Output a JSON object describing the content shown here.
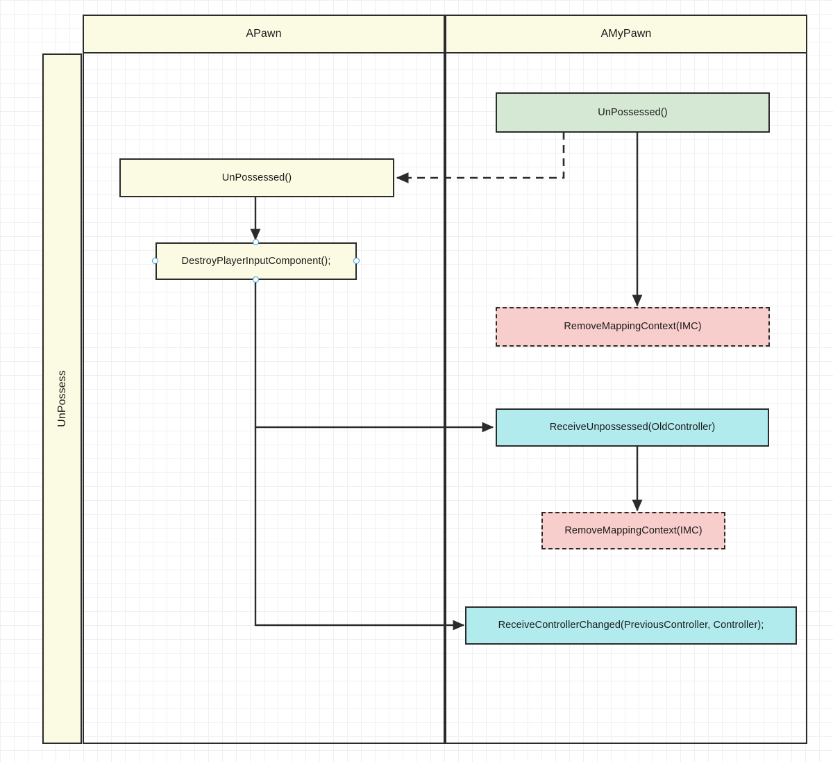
{
  "diagram": {
    "type": "uml-sequence-swimlane",
    "title_hidden": true,
    "pool": {
      "label": "UnPossess",
      "label_orientation": "vertical",
      "fill": "#fbfbe4",
      "stroke": "#2b2b2b"
    },
    "lanes": [
      {
        "id": "apawn",
        "title": "APawn",
        "fill": "#fbfbe4"
      },
      {
        "id": "amypawn",
        "title": "AMyPawn",
        "fill": "#fbfbe4"
      }
    ],
    "nodes": [
      {
        "id": "mypawn-unpossessed",
        "lane": "amypawn",
        "label": "UnPossessed()",
        "style": "green",
        "fill": "#d5e8d4",
        "dashed": false
      },
      {
        "id": "apawn-unpossessed",
        "lane": "apawn",
        "label": "UnPossessed()",
        "style": "yellow",
        "fill": "#fbfbe4",
        "dashed": false
      },
      {
        "id": "destroy-player-input-component",
        "lane": "apawn",
        "label": "DestroyPlayerInputComponent();",
        "style": "yellow",
        "fill": "#fbfbe4",
        "dashed": false,
        "selected": true
      },
      {
        "id": "remove-mapping-context-1",
        "lane": "amypawn",
        "label": "RemoveMappingContext(IMC)",
        "style": "pink",
        "fill": "#f8cecc",
        "dashed": true
      },
      {
        "id": "receive-unpossessed",
        "lane": "amypawn",
        "label": "ReceiveUnpossessed(OldController)",
        "style": "cyan",
        "fill": "#b1ebee",
        "dashed": false
      },
      {
        "id": "remove-mapping-context-2",
        "lane": "amypawn",
        "label": "RemoveMappingContext(IMC)",
        "style": "pink",
        "fill": "#f8cecc",
        "dashed": true
      },
      {
        "id": "receive-controller-changed",
        "lane": "amypawn",
        "label": "ReceiveControllerChanged(PreviousController, Controller);",
        "style": "cyan",
        "fill": "#b1ebee",
        "dashed": false
      }
    ],
    "edges": [
      {
        "id": "e1",
        "from": "mypawn-unpossessed",
        "to": "apawn-unpossessed",
        "style": "dashed",
        "arrow": "open"
      },
      {
        "id": "e2",
        "from": "mypawn-unpossessed",
        "to": "remove-mapping-context-1",
        "style": "solid",
        "arrow": "filled"
      },
      {
        "id": "e3",
        "from": "apawn-unpossessed",
        "to": "destroy-player-input-component",
        "style": "solid",
        "arrow": "filled"
      },
      {
        "id": "e4",
        "from": "destroy-player-input-component",
        "to": "receive-unpossessed",
        "style": "solid",
        "arrow": "filled"
      },
      {
        "id": "e5",
        "from": "receive-unpossessed",
        "to": "remove-mapping-context-2",
        "style": "solid",
        "arrow": "filled"
      },
      {
        "id": "e6",
        "from": "destroy-player-input-component",
        "to": "receive-controller-changed",
        "style": "solid",
        "arrow": "filled"
      }
    ],
    "connection_points": {
      "color": "#3399dd",
      "count": 4,
      "node": "destroy-player-input-component"
    }
  }
}
